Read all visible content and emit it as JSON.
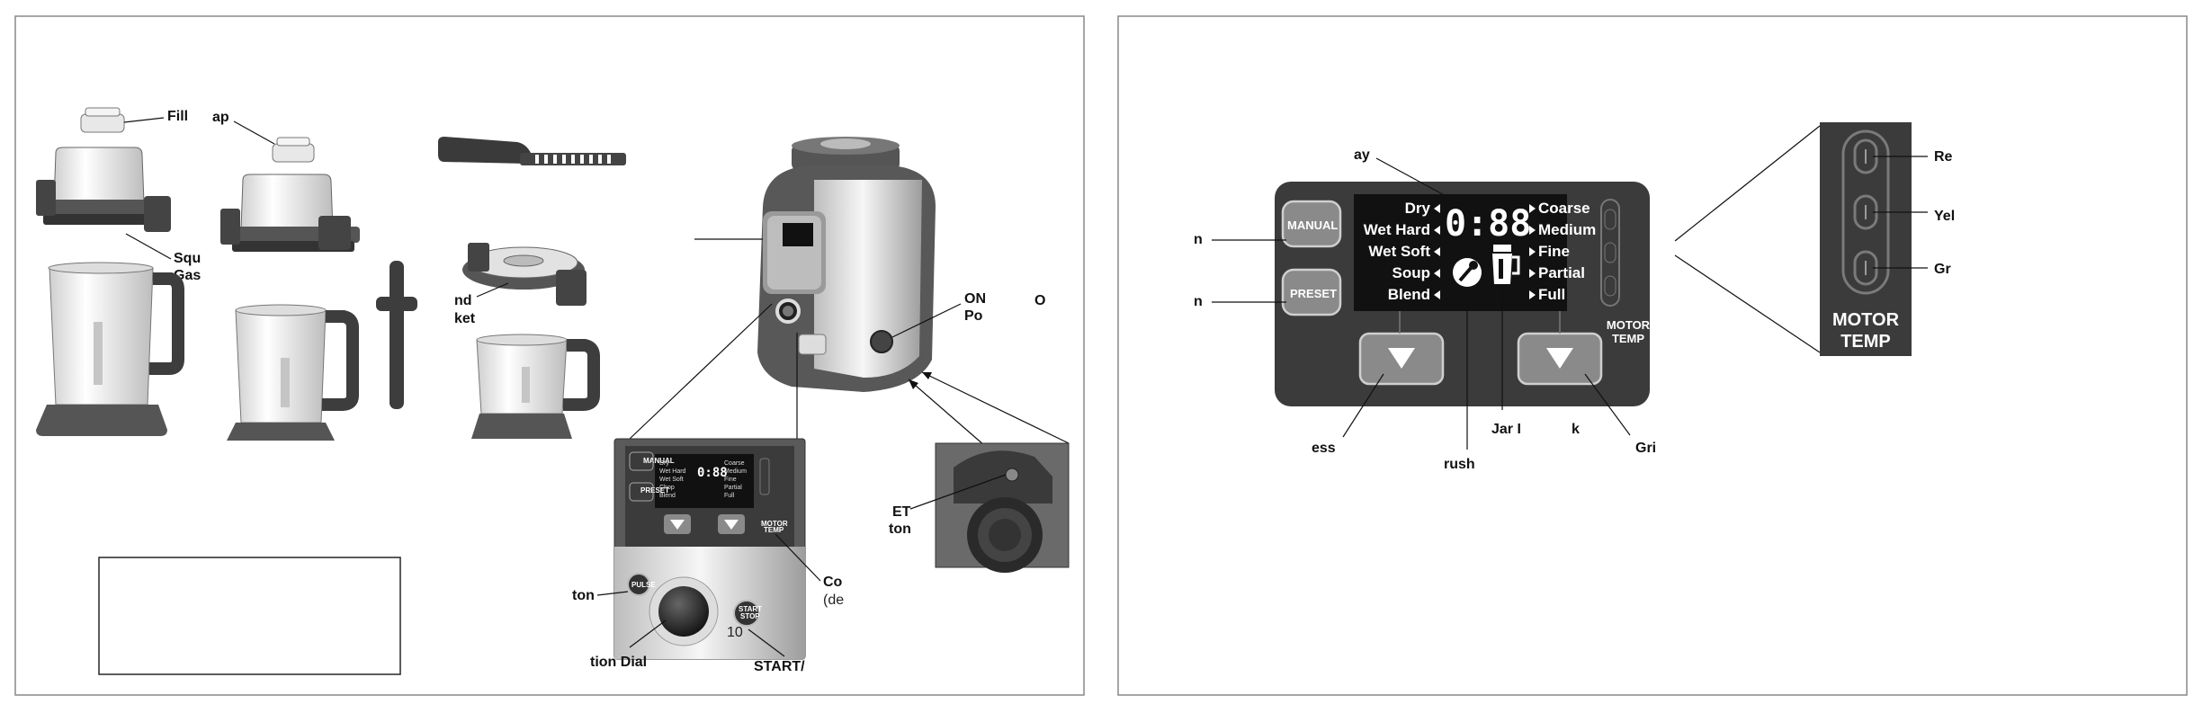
{
  "left_panel": {
    "callouts": {
      "fill_cap": "Fill",
      "cap": "ap",
      "squeeze_gasket_1": "Squ",
      "squeeze_gasket_2": "Gas",
      "blade_basket_1": "nd",
      "blade_basket_2": "ket",
      "on_power_1": "ON",
      "on_power_2": "Po",
      "reset_button_1": "ET",
      "reset_button_2": "ton",
      "control_1": "Co",
      "control_2": "(de",
      "pulse_button": "ton",
      "selection_dial": "tion Dial",
      "start_stop": "START/"
    },
    "mini_panel": {
      "manual": "MANUAL",
      "preset": "PRESET",
      "pulse": "PULSE",
      "start": "START",
      "stop": "STOP",
      "motor_1": "MOTOR",
      "motor_2": "TEMP",
      "dial_max": "10",
      "left_items": [
        "Dry",
        "Wet Hard",
        "Wet Soft",
        "Chop",
        "Blend"
      ],
      "right_items": [
        "Coarse",
        "Medium",
        "Fine",
        "Partial",
        "Full"
      ]
    },
    "power_symbol": "O"
  },
  "right_panel": {
    "callouts": {
      "display": "ay",
      "manual_button": "n",
      "preset_button": "n",
      "press": "ess",
      "crush": "rush",
      "jar": "Jar I",
      "k": "k",
      "grind": "Gri",
      "red": "Re",
      "yellow": "Yel",
      "green": "Gr"
    },
    "control_panel": {
      "manual_label": "MANUAL",
      "preset_label": "PRESET",
      "digits": "0:88",
      "left_items": [
        "Dry",
        "Wet Hard",
        "Wet Soft",
        "Soup",
        "Blend"
      ],
      "right_items": [
        "Coarse",
        "Medium",
        "Fine",
        "Partial",
        "Full"
      ],
      "motor_temp_1": "MOTOR",
      "motor_temp_2": "TEMP"
    },
    "zoom": {
      "motor_temp_1": "MOTOR",
      "motor_temp_2": "TEMP"
    }
  },
  "colors": {
    "panel_dark": "#3b3b3b",
    "display_black": "#111111",
    "button_gray": "#8a8a8a",
    "frame_gray": "#9a9a9a"
  }
}
